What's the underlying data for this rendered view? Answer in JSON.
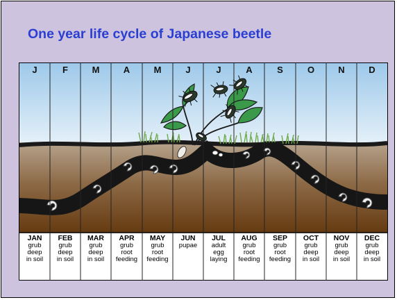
{
  "title": "One year life cycle of Japanese beetle",
  "months": [
    {
      "letter": "J",
      "abbr": "JAN",
      "lines": [
        "grub",
        "deep",
        "in soil"
      ]
    },
    {
      "letter": "F",
      "abbr": "FEB",
      "lines": [
        "grub",
        "deep",
        "in soil"
      ]
    },
    {
      "letter": "M",
      "abbr": "MAR",
      "lines": [
        "grub",
        "deep",
        "in soil"
      ]
    },
    {
      "letter": "A",
      "abbr": "APR",
      "lines": [
        "grub",
        "root",
        "feeding"
      ]
    },
    {
      "letter": "M",
      "abbr": "MAY",
      "lines": [
        "grub",
        "root",
        "feeding"
      ]
    },
    {
      "letter": "J",
      "abbr": "JUN",
      "lines": [
        "pupae"
      ]
    },
    {
      "letter": "J",
      "abbr": "JUL",
      "lines": [
        "adult",
        "egg",
        "laying"
      ]
    },
    {
      "letter": "A",
      "abbr": "AUG",
      "lines": [
        "grub",
        "root",
        "feeding"
      ]
    },
    {
      "letter": "S",
      "abbr": "SEP",
      "lines": [
        "grub",
        "root",
        "feeding"
      ]
    },
    {
      "letter": "O",
      "abbr": "OCT",
      "lines": [
        "grub",
        "deep",
        "in soil"
      ]
    },
    {
      "letter": "N",
      "abbr": "NOV",
      "lines": [
        "grub",
        "deep",
        "in soil"
      ]
    },
    {
      "letter": "D",
      "abbr": "DEC",
      "lines": [
        "grub",
        "deep",
        "in soil"
      ]
    }
  ],
  "colors": {
    "slide_bg": "#cdc3de",
    "title": "#2a3fd1",
    "sky": "#b3d6ee",
    "soil_top": "#ad9a83",
    "soil_bottom": "#6a3f14",
    "tunnel": "#1a1a1a",
    "leaf": "#2e8b3e",
    "grass": "#7cae5a"
  },
  "icons": [
    "beetle-icon",
    "grub-icon",
    "pupa-icon",
    "plant-icon",
    "grass-icon"
  ]
}
